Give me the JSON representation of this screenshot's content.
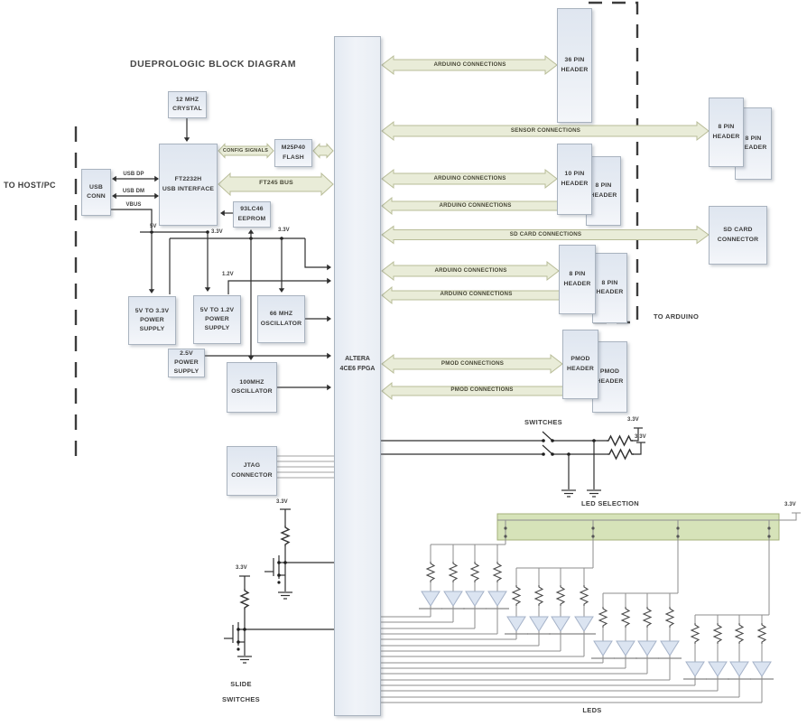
{
  "title": "DUEPROLOGIC BLOCK DIAGRAM",
  "side_labels": {
    "to_host_pc": "TO HOST/PC",
    "to_arduino": "TO ARDUINO"
  },
  "blocks": {
    "usb_conn": "USB\nCONN",
    "crystal": "12 MHZ\nCRYSTAL",
    "ft2232h": "FT2232H\nUSB INTERFACE",
    "flash": "M25P40\nFLASH",
    "eeprom": "93LC46\nEEPROM",
    "ps_3v3": "5V TO 3.3V\nPOWER\nSUPPLY",
    "ps_1v2": "5V TO 1.2V\nPOWER\nSUPPLY",
    "osc_66": "66 MHZ\nOSCILLATOR",
    "ps_2v5": "2.5V\nPOWER\nSUPPLY",
    "osc_100": "100MHZ\nOSCILLATOR",
    "fpga": "ALTERA\n4CE6  FPGA",
    "jtag": "JTAG\nCONNECTOR",
    "header_36": "36 PIN\nHEADER",
    "header_10": "10 PIN\nHEADER",
    "header_8": "8 PIN\nHEADER",
    "sd_card": "SD CARD\nCONNECTOR",
    "pmod": "PMOD\nHEADER"
  },
  "connections": {
    "arduino": "ARDUINO CONNECTIONS",
    "sensor": "SENSOR CONNECTIONS",
    "sd_card": "SD CARD CONNECTIONS",
    "pmod": "PMOD CONNECTIONS",
    "config": "CONFIG SIGNALS",
    "ft245": "FT245 BUS"
  },
  "signals": {
    "usb_dp": "USB DP",
    "usb_dm": "USB DM",
    "vbus": "VBUS",
    "v5": "5V",
    "v3_3": "3.3V",
    "v1_2": "1.2V"
  },
  "sections": {
    "switches": "SWITCHES",
    "slide_switches": "SLIDE\nSWITCHES",
    "led_selection": "LED SELECTION",
    "leds": "LEDS"
  }
}
